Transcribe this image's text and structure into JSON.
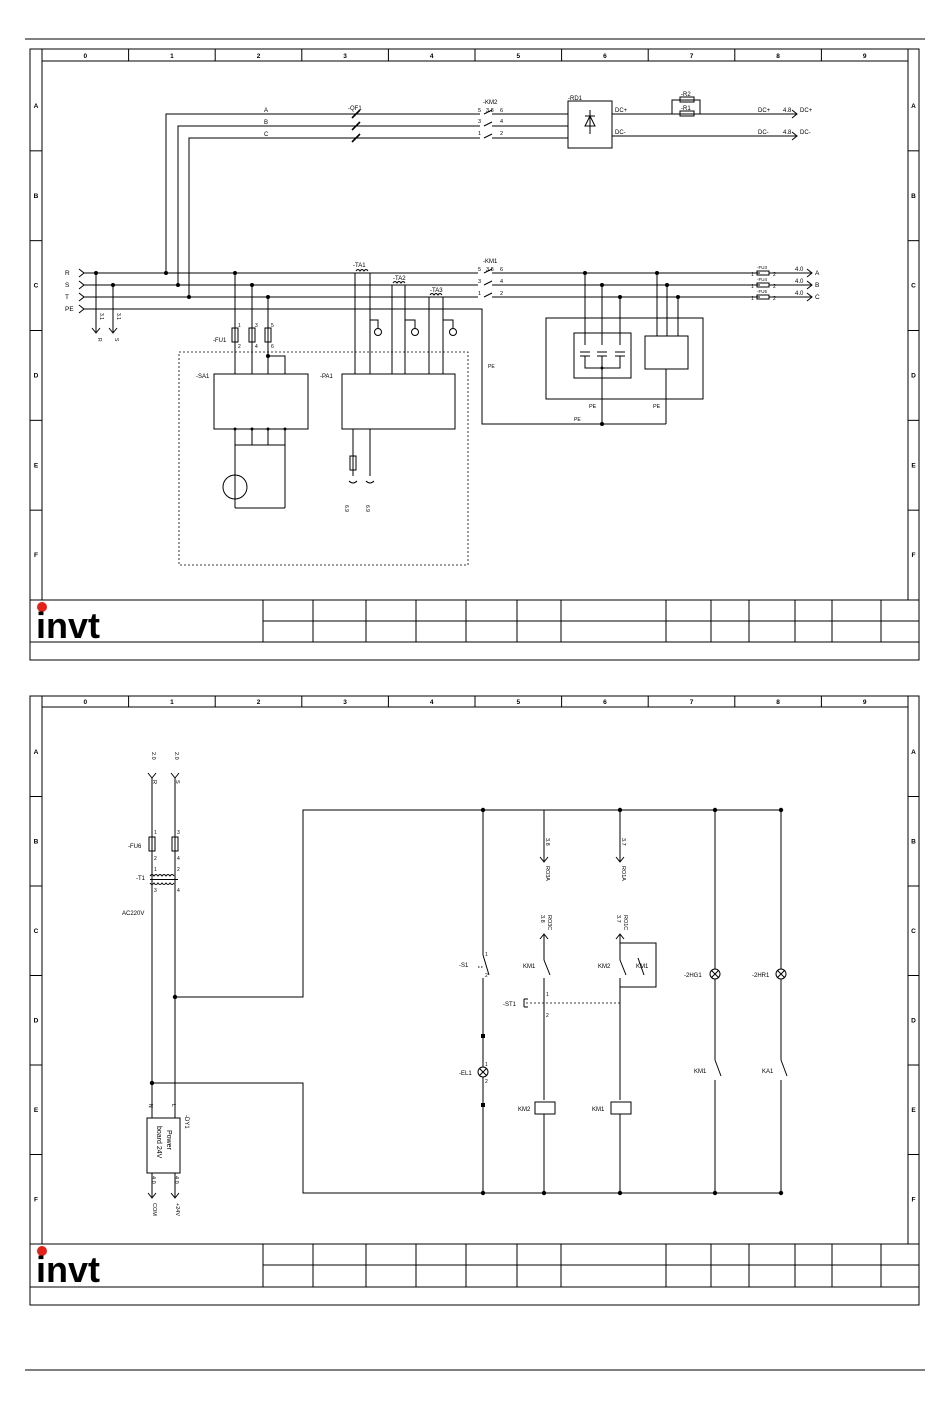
{
  "columns": [
    "0",
    "1",
    "2",
    "3",
    "4",
    "5",
    "6",
    "7",
    "8",
    "9"
  ],
  "rows": [
    "A",
    "B",
    "C",
    "D",
    "E",
    "F"
  ],
  "logo": {
    "text": "invt",
    "dot_color": "#e2231a",
    "text_color": "#1c2b8a"
  },
  "sheet1": {
    "phase_lines": [
      "R",
      "S",
      "T",
      "PE"
    ],
    "dc_phases": [
      "A",
      "B",
      "C"
    ],
    "qf1": "-QF1",
    "km2": "-KM2",
    "km2_ref": [
      "5",
      "3.8",
      "6",
      "3",
      "4",
      "1",
      "2"
    ],
    "rd1": "-RD1",
    "r2": "-R2",
    "r1": "-R1",
    "dc_plus": "DC+",
    "dc_minus": "DC-",
    "dc_out_plus": "DC+",
    "dc_out_minus": "DC-",
    "ref_48": "4.8",
    "km1": "-KM1",
    "km1_ref": [
      "5",
      "3.8",
      "6",
      "3",
      "4",
      "1",
      "2"
    ],
    "fu_labels": [
      "-FU3",
      "-FU4",
      "-FU5"
    ],
    "fu_pins": [
      "1",
      "2"
    ],
    "ref_40": "4.0",
    "out_abc": [
      "A",
      "B",
      "C"
    ],
    "ta": [
      "-TA1",
      "-TA2",
      "-TA3"
    ],
    "fu1": "-FU1",
    "fu1_pins": [
      "1",
      "3",
      "5",
      "2",
      "4",
      "6"
    ],
    "sa1": "-SA1",
    "pa1": "-PA1",
    "ref_31": "3.1",
    "pe": "PE",
    "ref_69": "6.9"
  },
  "sheet2": {
    "ref_20": "2.0",
    "top_r": "R",
    "top_s": "S",
    "fu6": "-FU6",
    "fu6_pins": [
      "1",
      "3",
      "2",
      "4"
    ],
    "t1": "-T1",
    "t1_pins": [
      "1",
      "2",
      "3",
      "4"
    ],
    "ac220v": "AC220V",
    "dy1": "-DY1",
    "n": "N",
    "l": "L",
    "power_board": [
      "Power",
      "board 24V"
    ],
    "ref_40": "4.0",
    "com": "COM",
    "plus24v": "+24V",
    "ref_38": "3.8",
    "ro3a": "RO3A",
    "ref_37": "3.7",
    "ro1a": "RO1A",
    "ro3c": "RO3C",
    "ro1c": "RO1C",
    "s1": "-S1",
    "st1": "-ST1",
    "el1": "-EL1",
    "km1": "KM1",
    "km2": "KM2",
    "km1_b": "KM1",
    "hg1": "-2HG1",
    "hr1": "-2HR1",
    "km1_c": "KM1",
    "ka1": "KA1",
    "km2_coil": "KM2",
    "km1_coil": "KM1",
    "pins_12": [
      "1",
      "2"
    ]
  }
}
